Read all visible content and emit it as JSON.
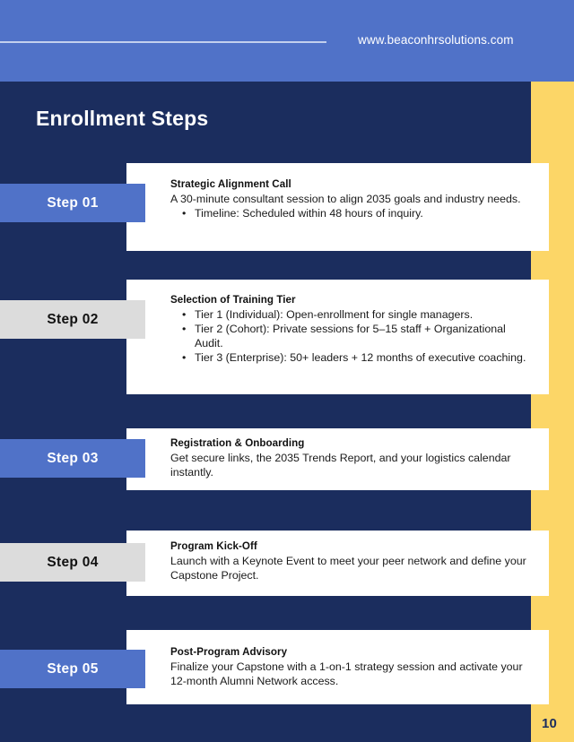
{
  "header": {
    "url": "www.beaconhrsolutions.com",
    "rule": "horizontal-rule"
  },
  "title": "Enrollment Steps",
  "page_number": "10",
  "colors": {
    "header_blue": "#5072c8",
    "navy": "#1b2d5e",
    "accent_yellow": "#fcd667",
    "badge_blue": "#5072c8",
    "badge_gray": "#dcdcdc",
    "card_white": "#ffffff"
  },
  "steps": [
    {
      "badge": "Step 01",
      "badge_style": "blue",
      "heading": "Strategic Alignment Call",
      "desc": "A 30-minute consultant session to align 2035 goals and industry needs.",
      "bullets": [
        "Timeline: Scheduled within 48 hours of inquiry."
      ]
    },
    {
      "badge": "Step 02",
      "badge_style": "gray",
      "heading": "Selection of Training Tier",
      "desc": "",
      "bullets": [
        "Tier 1 (Individual): Open-enrollment for single managers.",
        "Tier 2 (Cohort): Private sessions for 5–15 staff + Organizational Audit.",
        "Tier 3 (Enterprise): 50+ leaders + 12 months of executive coaching."
      ]
    },
    {
      "badge": "Step 03",
      "badge_style": "blue",
      "heading": "Registration & Onboarding",
      "desc": "Get secure links, the 2035 Trends Report, and your logistics calendar instantly.",
      "bullets": []
    },
    {
      "badge": "Step 04",
      "badge_style": "gray",
      "heading": "Program Kick-Off",
      "desc": "Launch with a Keynote Event to meet your peer network and define your Capstone Project.",
      "bullets": []
    },
    {
      "badge": "Step 05",
      "badge_style": "blue",
      "heading": "Post-Program Advisory",
      "desc": "Finalize your Capstone with a 1-on-1 strategy session and activate your 12-month Alumni Network access.",
      "bullets": []
    }
  ]
}
